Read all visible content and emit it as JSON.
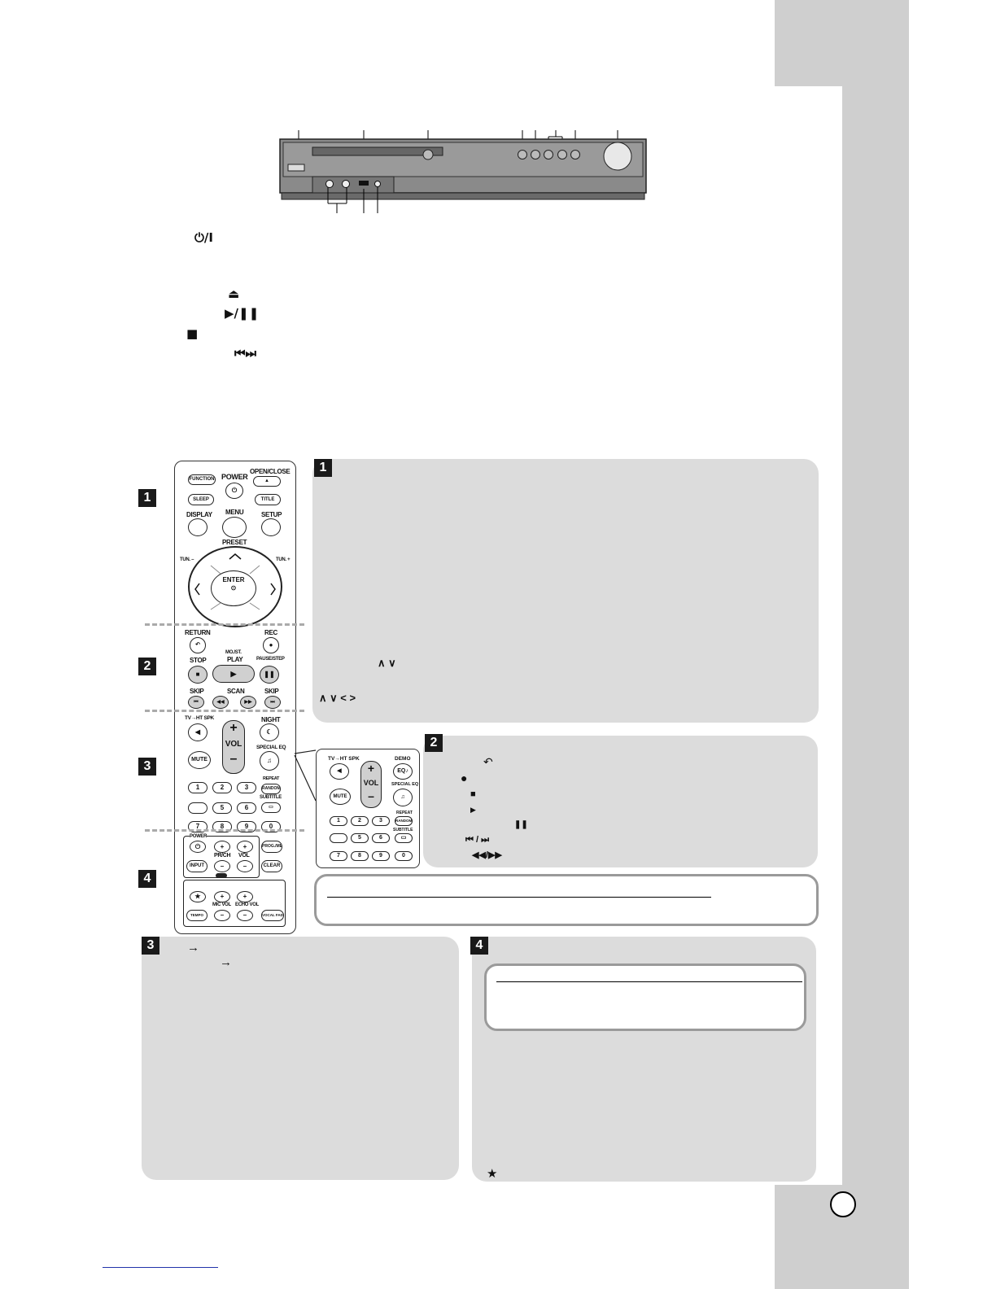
{
  "front_panel": {
    "callout_numbers": []
  },
  "front_icons": {
    "power": "⏻/I",
    "eject": "⏏",
    "play_pause": "▶/❚❚",
    "stop": "■",
    "skip": "⏮⏭"
  },
  "section_numbers": {
    "one": "1",
    "two": "2",
    "three": "3",
    "four": "4"
  },
  "remote": {
    "function": "FUNCTION",
    "power": "POWER",
    "open_close": "OPEN/CLOSE",
    "sleep": "SLEEP",
    "title": "TITLE",
    "display": "DISPLAY",
    "menu": "MENU",
    "setup": "SETUP",
    "preset": "PRESET",
    "tun_minus": "TUN.\n–",
    "tun_plus": "TUN.\n+",
    "enter": "ENTER",
    "return": "RETURN",
    "rec": "REC",
    "mo_st": "MO./ST.",
    "play": "PLAY",
    "stop": "STOP",
    "pause_step": "PAUSE/STEP",
    "skip_left": "SKIP",
    "scan": "SCAN",
    "skip_right": "SKIP",
    "tv_ht_spk": "TV→HT SPK",
    "night": "NIGHT",
    "vol": "VOL",
    "mute": "MUTE",
    "special_eq": "SPECIAL EQ",
    "repeat": "REPEAT",
    "random": "RANDOM",
    "subtitle": "SUBTITLE",
    "digits": [
      "1",
      "2",
      "3",
      "",
      "5",
      "6",
      "7",
      "8",
      "9",
      "0"
    ],
    "tv_power": "POWER",
    "pr_ch": "PR/CH",
    "vol2": "VOL",
    "input": "INPUT",
    "clear": "CLEAR",
    "prog_memo": "PROG./MEMO.",
    "mic_vol": "MIC VOL",
    "echo_vol": "ECHO VOL",
    "vocal_fader": "VOCAL FADER",
    "tempo": "TEMPO"
  },
  "inset": {
    "tv_ht_spk": "TV→HT SPK",
    "demo": "DEMO",
    "eq": "EQ",
    "vol": "VOL",
    "mute": "MUTE",
    "special_eq": "SPECIAL EQ",
    "repeat": "REPEAT",
    "random": "RANDOM",
    "subtitle": "SUBTITLE",
    "digits": [
      "1",
      "2",
      "3",
      "",
      "5",
      "6",
      "7",
      "8",
      "9",
      "0"
    ]
  },
  "panel1": {
    "arrows_updown": "∧ ∨",
    "arrows_all": "∧ ∨ < >"
  },
  "panel2": {
    "return_icon": "↶",
    "rec_icon": "●",
    "stop_icon": "■",
    "play_icon": "▶",
    "pause_icon": "❚❚",
    "skip_icon": "⏮ / ⏭",
    "scan_icon": "◀◀/▶▶"
  },
  "panel3": {
    "arrow1": "→",
    "arrow2": "→"
  },
  "panel4": {
    "star": "★"
  }
}
